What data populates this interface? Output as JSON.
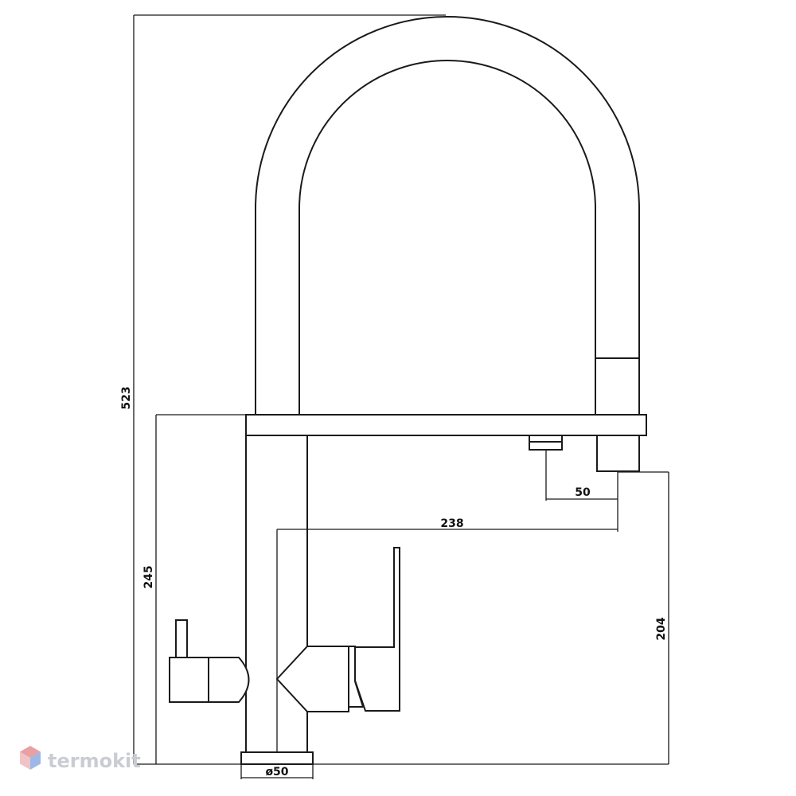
{
  "dimensions": {
    "total_height": "523",
    "body_height": "245",
    "spout_height": "204",
    "reach": "238",
    "outlet_offset": "50",
    "base_diameter": "ø50"
  },
  "watermark": {
    "brand": "termokit",
    "logo_icon": "hexagon-cube-icon",
    "logo_colors": [
      "#e8a0a5",
      "#9db8e6"
    ]
  }
}
